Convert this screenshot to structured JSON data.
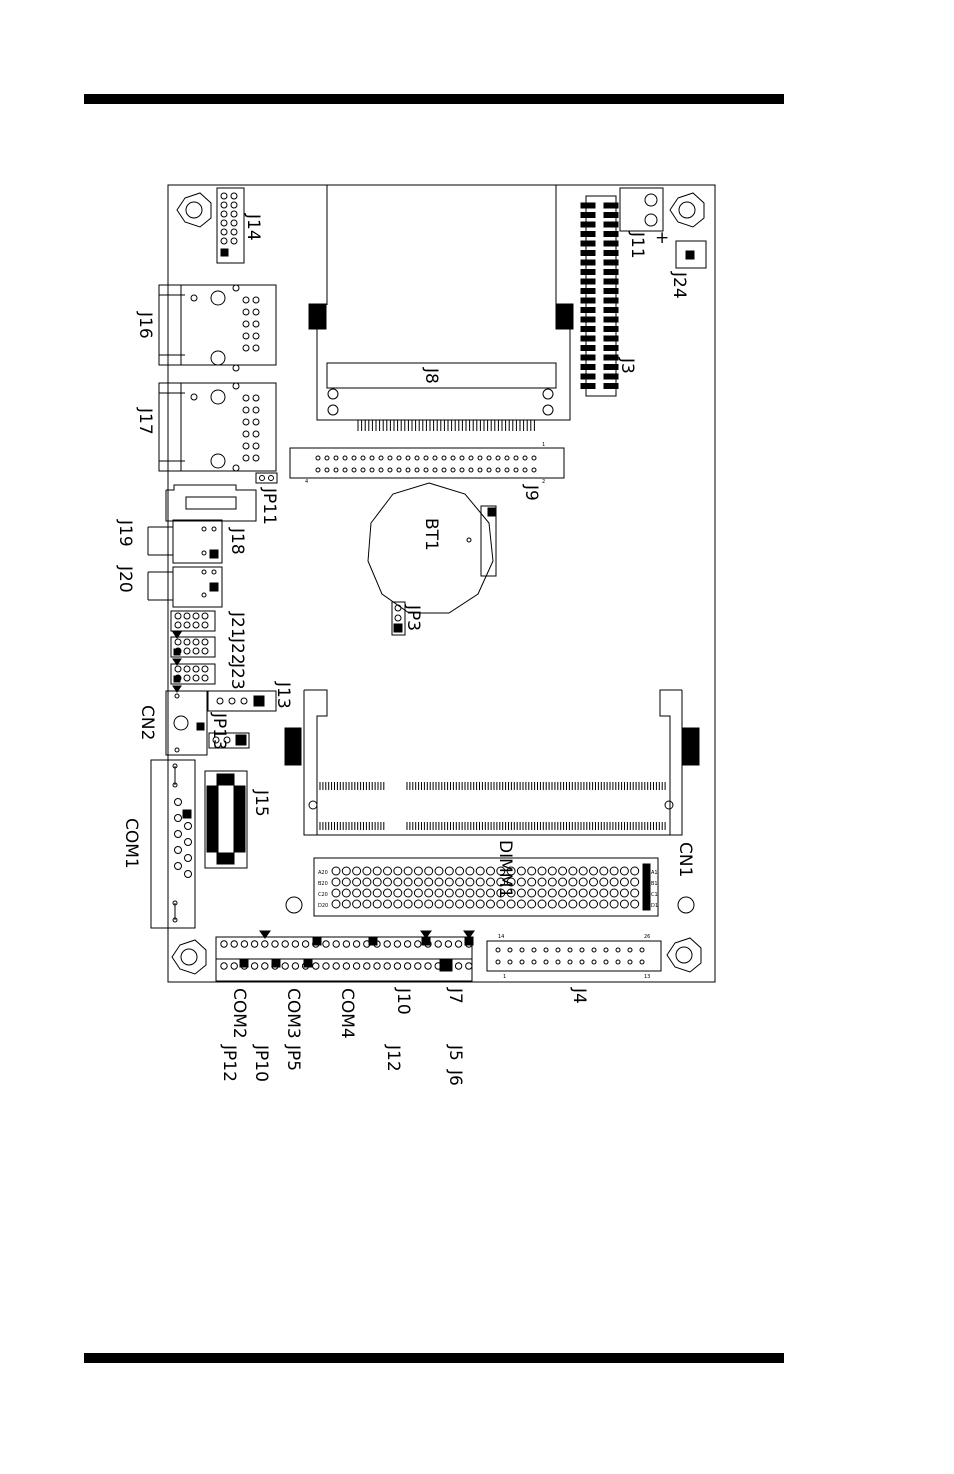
{
  "labels": {
    "j14": "J14",
    "j16": "J16",
    "j17": "J17",
    "j11": "J11",
    "j24": "J24",
    "j3": "J3",
    "j8": "J8",
    "j9": "J9",
    "jp11": "JP11",
    "j18": "J18",
    "bt1": "BT1",
    "j19": "J19",
    "j20": "J20",
    "jp3": "JP3",
    "j21": "J21",
    "j22": "J22",
    "j23": "J23",
    "j13": "J13",
    "cn2": "CN2",
    "jp13": "JP13",
    "j15": "J15",
    "com1": "COM1",
    "dimm1": "DIMM1",
    "cn1": "CN1",
    "com2": "COM2",
    "com3": "COM3",
    "com4": "COM4",
    "j10": "J10",
    "j7": "J7",
    "j4": "J4",
    "jp12": "JP12",
    "jp10": "JP10",
    "jp5": "JP5",
    "j12": "J12",
    "j5": "J5",
    "j6": "J6",
    "plus": "+"
  },
  "pins": {
    "j9_right_top": "1",
    "j9_right_bottom": "2",
    "j9_left": "4",
    "j4_top_left": "14",
    "j4_top_right": "26",
    "j4_bottom_left": "1",
    "j4_bottom_right": "13",
    "cn1_left": [
      "A20",
      "B20",
      "C20",
      "D20"
    ],
    "cn1_right": [
      "A1",
      "B1",
      "C1",
      "D1"
    ]
  }
}
